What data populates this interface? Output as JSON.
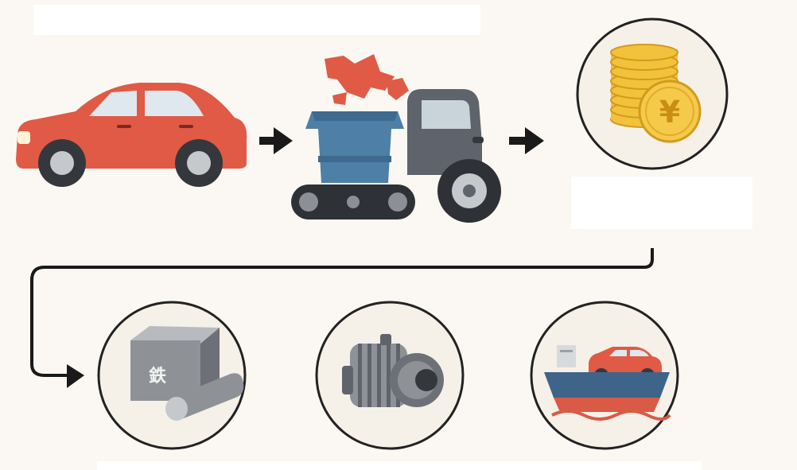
{
  "diagram": {
    "nodes": [
      {
        "id": "car",
        "icon": "red-car-icon"
      },
      {
        "id": "shredder",
        "icon": "shredder-machine-icon"
      },
      {
        "id": "money",
        "icon": "yen-coins-icon"
      },
      {
        "id": "steel",
        "icon": "steel-block-icon",
        "glyph": "鉄"
      },
      {
        "id": "parts",
        "icon": "alternator-part-icon"
      },
      {
        "id": "export",
        "icon": "cargo-ship-car-icon"
      }
    ],
    "coin_symbol": "¥",
    "colors": {
      "background": "#fbf8f3",
      "car_red": "#e05a45",
      "machine_blue": "#4e7fa6",
      "truck_gray": "#5f636b",
      "coin_gold": "#f2c23a",
      "circle_stroke": "#222222",
      "circle_fill": "#f5f0e8"
    }
  }
}
